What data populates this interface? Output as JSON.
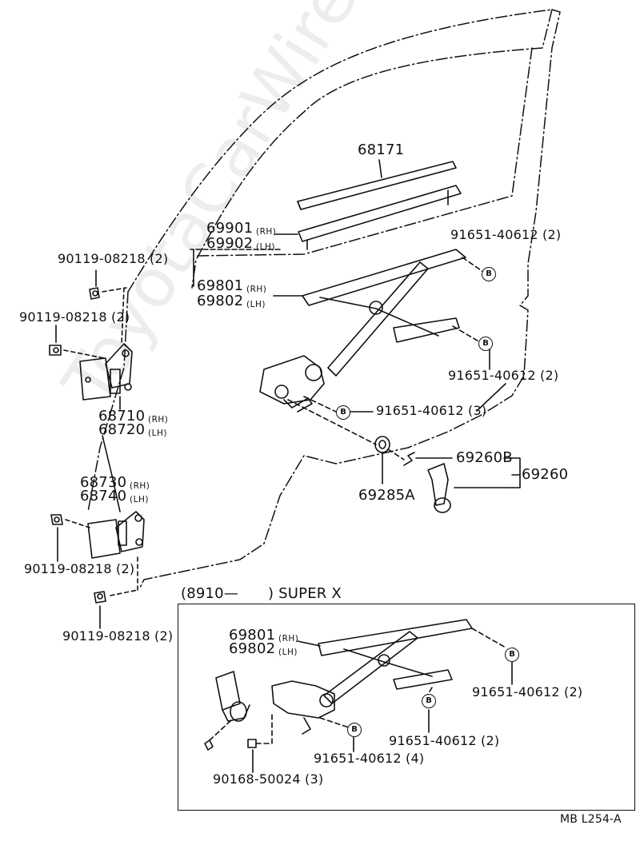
{
  "diagram": {
    "watermark": "ToyotaCarWire.ru",
    "parts": {
      "p68171": "68171",
      "p69901": "69901",
      "p69902": "69902",
      "p69801": "69801",
      "p69802": "69802",
      "p91651_2a": "91651-40612 (2)",
      "p91651_2b": "91651-40612 (2)",
      "p91651_3": "91651-40612 (3)",
      "p69260B": "69260B",
      "p69260": "69260",
      "p69285A": "69285A",
      "p90119_a": "90119-08218 (2)",
      "p90119_b": "90119-08218 (2)",
      "p90119_c": "90119-08218 (2)",
      "p90119_d": "90119-08218 (2)",
      "p68710": "68710",
      "p68720": "68720",
      "p68730": "68730",
      "p68740": "68740"
    },
    "side": {
      "rh": "(RH)",
      "lh": "(LH)"
    },
    "bolt_symbol": "B",
    "inset": {
      "title_left": "(8910—",
      "title_right": ") SUPER  X",
      "p69801": "69801",
      "p69802": "69802",
      "p91651_2a": "91651-40612 (2)",
      "p91651_2b": "91651-40612 (2)",
      "p91651_4": "91651-40612 (4)",
      "p90168": "90168-50024 (3)"
    },
    "footer_code": "MB   L254-A"
  }
}
